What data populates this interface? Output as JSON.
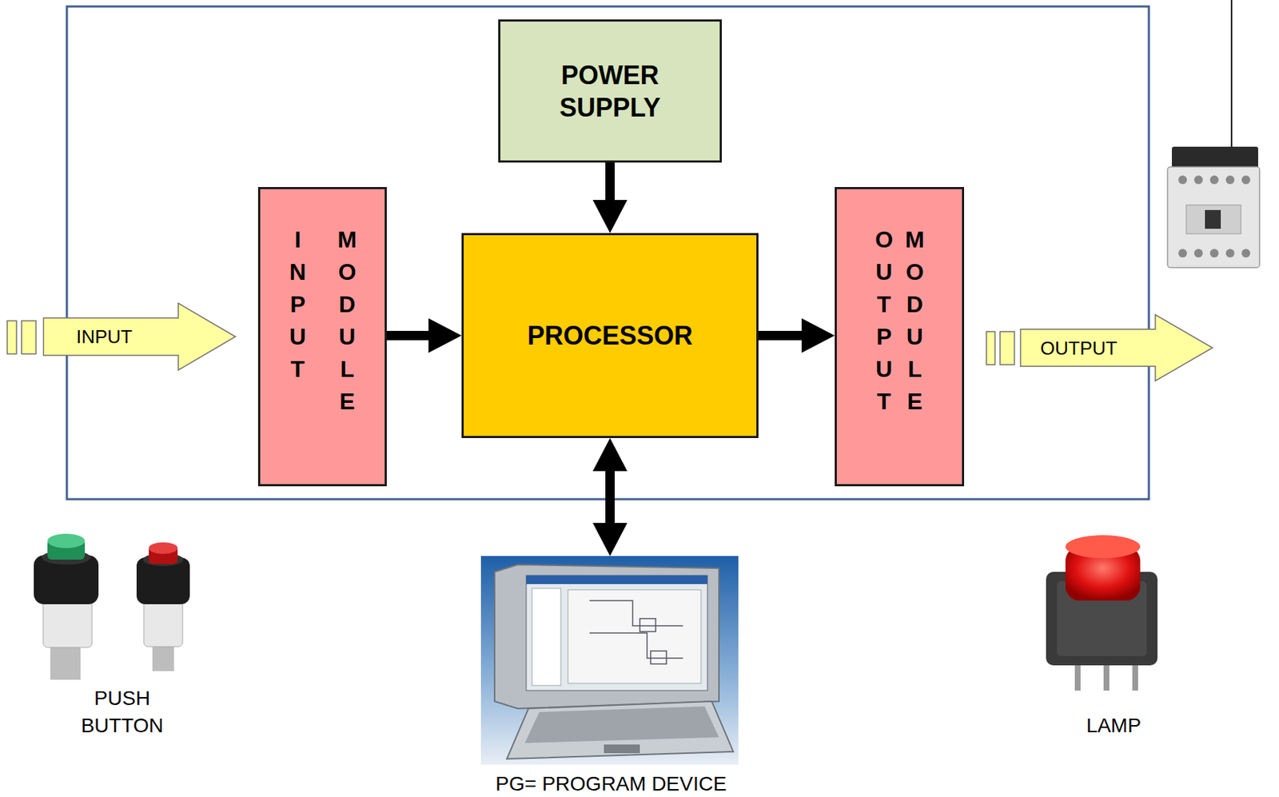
{
  "diagram": {
    "nodes": [
      {
        "text": [
          "POWER SUPPLY"
        ]
      },
      {
        "text": [
          "INPUT"
        ]
      },
      {
        "text": [
          "INPUT",
          "MODULE"
        ]
      },
      {
        "text": [
          "PROCESSOR"
        ]
      },
      {
        "text": [
          "OUTPUT",
          "MODULE"
        ]
      },
      {
        "text": [
          "OUTPUT"
        ]
      },
      {
        "text": [
          "PG= PROGRAM DEVICE"
        ]
      }
    ],
    "edges": [
      {
        "from": 0,
        "to": 3,
        "arrow": "to"
      },
      {
        "from": 2,
        "to": 3,
        "arrow": "to"
      },
      {
        "from": 3,
        "to": 4,
        "arrow": "to"
      },
      {
        "from": 3,
        "to": 6,
        "arrow": "both"
      }
    ],
    "labels": [
      "PUSH BUTTON",
      "LAMP"
    ]
  }
}
